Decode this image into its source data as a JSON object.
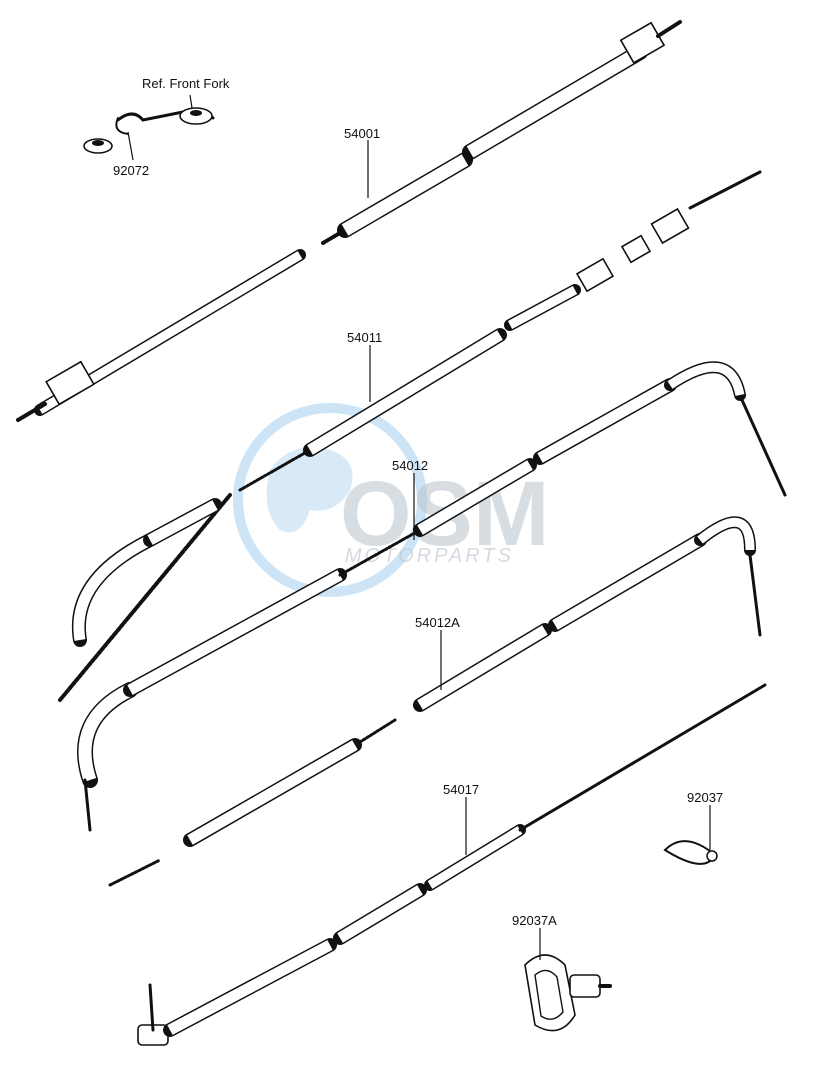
{
  "watermark": {
    "brand": "OSM",
    "subtitle": "MOTORPARTS",
    "globe_color": "#8fc3e8"
  },
  "callouts": [
    {
      "id": "ref-front-fork",
      "text": "Ref. Front Fork"
    },
    {
      "id": "92072",
      "text": "92072"
    },
    {
      "id": "54001",
      "text": "54001"
    },
    {
      "id": "54011",
      "text": "54011"
    },
    {
      "id": "54012",
      "text": "54012"
    },
    {
      "id": "54012A",
      "text": "54012A"
    },
    {
      "id": "54017",
      "text": "54017"
    },
    {
      "id": "92037",
      "text": "92037"
    },
    {
      "id": "92037A",
      "text": "92037A"
    }
  ]
}
